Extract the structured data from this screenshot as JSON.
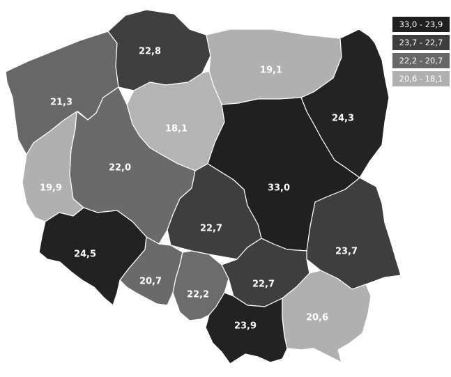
{
  "map": {
    "regions": [
      {
        "id": "zachodniopomorskie",
        "value": "21,3",
        "color": "#676767"
      },
      {
        "id": "pomorskie",
        "value": "22,8",
        "color": "#3f3f3f"
      },
      {
        "id": "warminsko-mazurskie",
        "value": "19,1",
        "color": "#b0b0b0"
      },
      {
        "id": "podlaskie",
        "value": "24,3",
        "color": "#232323"
      },
      {
        "id": "kujawsko-pomorskie",
        "value": "18,1",
        "color": "#b4b4b4"
      },
      {
        "id": "lubuskie",
        "value": "19,9",
        "color": "#b0b0b0"
      },
      {
        "id": "wielkopolskie",
        "value": "22,0",
        "color": "#6a6a6a"
      },
      {
        "id": "mazowieckie",
        "value": "33,0",
        "color": "#202020"
      },
      {
        "id": "lodzkie",
        "value": "22,7",
        "color": "#3e3e3e"
      },
      {
        "id": "lubelskie",
        "value": "23,7",
        "color": "#3e3e3e"
      },
      {
        "id": "dolnoslaskie",
        "value": "24,5",
        "color": "#222222"
      },
      {
        "id": "opolskie",
        "value": "20,7",
        "color": "#6a6a6a"
      },
      {
        "id": "slaskie",
        "value": "22,2",
        "color": "#6c6c6c"
      },
      {
        "id": "swietokrzyskie",
        "value": "22,7",
        "color": "#3e3e3e"
      },
      {
        "id": "malopolskie",
        "value": "23,9",
        "color": "#222222"
      },
      {
        "id": "podkarpackie",
        "value": "20,6",
        "color": "#b0b0b0"
      }
    ]
  },
  "legend": {
    "items": [
      {
        "label": "33,0 - 23,9",
        "color": "#1f1f1f"
      },
      {
        "label": "23,7 - 22,7",
        "color": "#3e3e3e"
      },
      {
        "label": "22,2 - 20,7",
        "color": "#676767"
      },
      {
        "label": "20,6 - 18,1",
        "color": "#b0b0b0"
      }
    ]
  }
}
